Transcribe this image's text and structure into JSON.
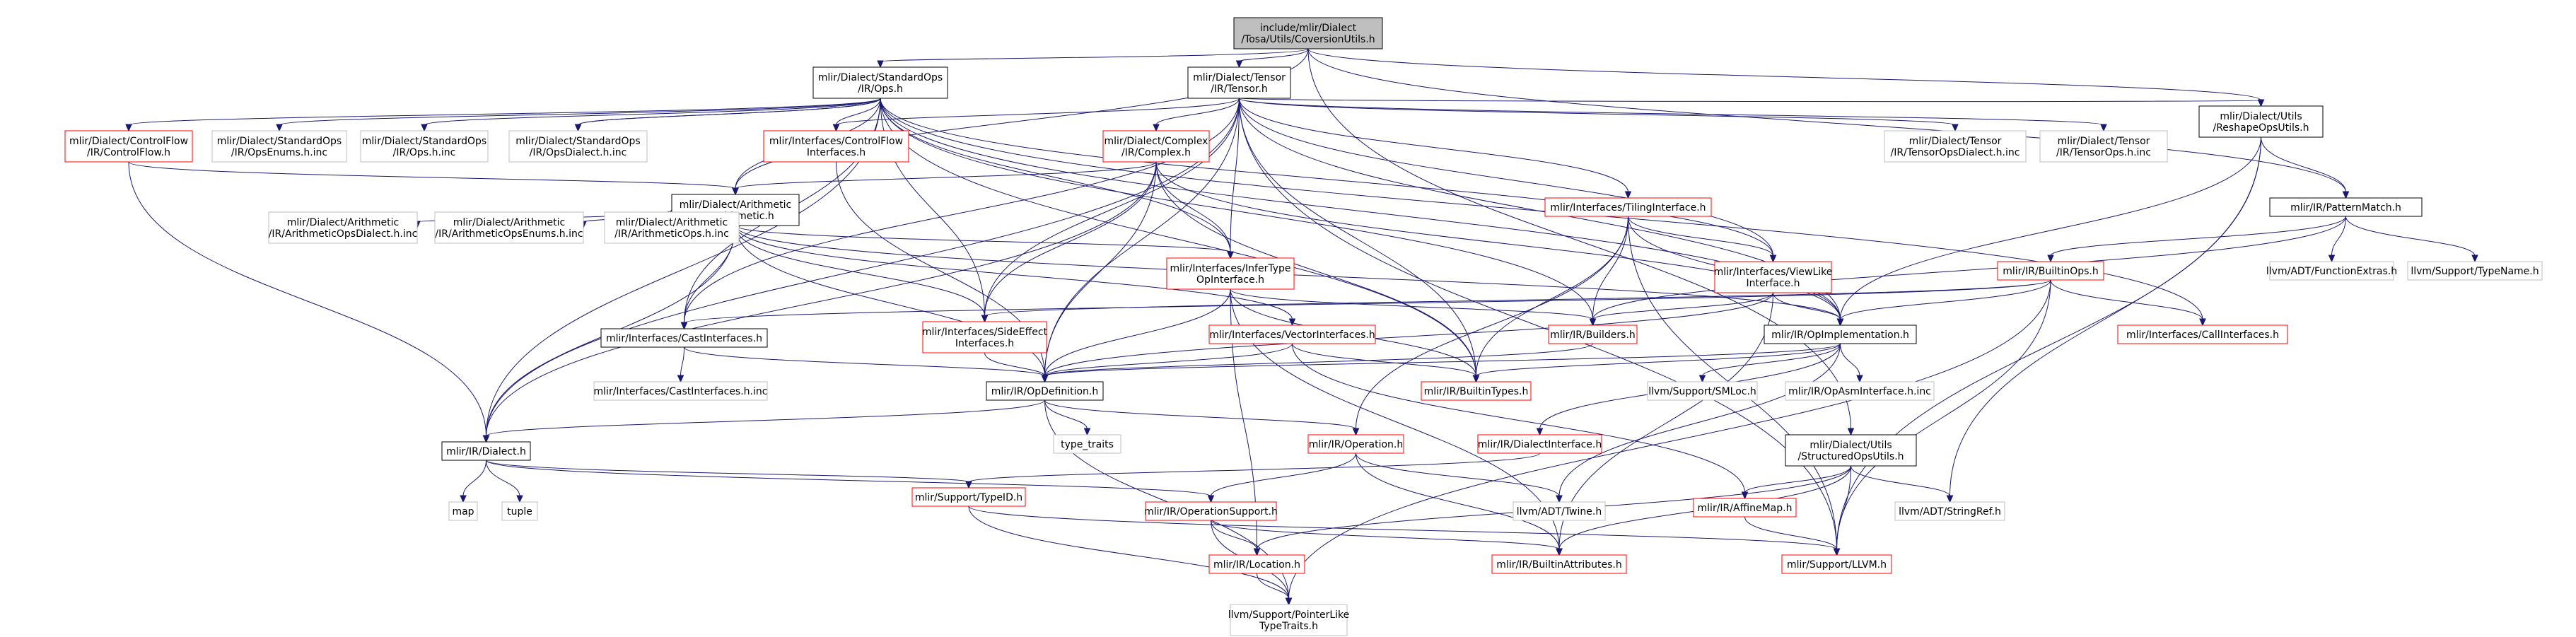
{
  "nodes": [
    {
      "id": "root",
      "lines": [
        "include/mlir/Dialect",
        "/Tosa/Utils/CoversionUtils.h"
      ],
      "style": "root"
    },
    {
      "id": "stdops",
      "lines": [
        "mlir/Dialect/StandardOps",
        "/IR/Ops.h"
      ],
      "style": "normal"
    },
    {
      "id": "tensor",
      "lines": [
        "mlir/Dialect/Tensor",
        "/IR/Tensor.h"
      ],
      "style": "normal"
    },
    {
      "id": "reshape",
      "lines": [
        "mlir/Dialect/Utils",
        "/ReshapeOpsUtils.h"
      ],
      "style": "normal"
    },
    {
      "id": "patmatch",
      "lines": [
        "mlir/IR/PatternMatch.h"
      ],
      "style": "normal"
    },
    {
      "id": "cfIR",
      "lines": [
        "mlir/Dialect/ControlFlow",
        "/IR/ControlFlow.h"
      ],
      "style": "red"
    },
    {
      "id": "stdDialectInc",
      "lines": [
        "mlir/Dialect/StandardOps",
        "/IR/OpsDialect.h.inc"
      ],
      "style": "gray"
    },
    {
      "id": "stdEnumsInc",
      "lines": [
        "mlir/Dialect/StandardOps",
        "/IR/OpsEnums.h.inc"
      ],
      "style": "gray"
    },
    {
      "id": "stdOpsInc",
      "lines": [
        "mlir/Dialect/StandardOps",
        "/IR/Ops.h.inc"
      ],
      "style": "gray"
    },
    {
      "id": "stdOpsDialectInc",
      "lines": [
        "mlir/Dialect/StandardOps",
        "/IR/OpsDialect.h.inc"
      ],
      "style": "gray"
    },
    {
      "id": "cfIface",
      "lines": [
        "mlir/Interfaces/ControlFlow",
        "Interfaces.h"
      ],
      "style": "red"
    },
    {
      "id": "complex",
      "lines": [
        "mlir/Dialect/Complex",
        "/IR/Complex.h"
      ],
      "style": "red"
    },
    {
      "id": "tensorDialectInc",
      "lines": [
        "mlir/Dialect/Tensor",
        "/IR/TensorOpsDialect.h.inc"
      ],
      "style": "gray"
    },
    {
      "id": "tensorOpsInc",
      "lines": [
        "mlir/Dialect/Tensor",
        "/IR/TensorOps.h.inc"
      ],
      "style": "gray"
    },
    {
      "id": "arith",
      "lines": [
        "mlir/Dialect/Arithmetic",
        "/IR/Arithmetic.h"
      ],
      "style": "normal"
    },
    {
      "id": "tiling",
      "lines": [
        "mlir/Interfaces/TilingInterface.h"
      ],
      "style": "red"
    },
    {
      "id": "viewlike",
      "lines": [
        "mlir/Interfaces/ViewLike",
        "Interface.h"
      ],
      "style": "red"
    },
    {
      "id": "builtinops",
      "lines": [
        "mlir/IR/BuiltinOps.h"
      ],
      "style": "red"
    },
    {
      "id": "fnextras",
      "lines": [
        "llvm/ADT/FunctionExtras.h"
      ],
      "style": "gray"
    },
    {
      "id": "typename",
      "lines": [
        "llvm/Support/TypeName.h"
      ],
      "style": "gray"
    },
    {
      "id": "arithDialectInc",
      "lines": [
        "mlir/Dialect/Arithmetic",
        "/IR/ArithmeticOpsDialect.h.inc"
      ],
      "style": "gray"
    },
    {
      "id": "arithEnumsInc",
      "lines": [
        "mlir/Dialect/Arithmetic",
        "/IR/ArithmeticOpsEnums.h.inc"
      ],
      "style": "gray"
    },
    {
      "id": "arithOpsInc",
      "lines": [
        "mlir/Dialect/Arithmetic",
        "/IR/ArithmeticOps.h.inc"
      ],
      "style": "gray"
    },
    {
      "id": "infertype",
      "lines": [
        "mlir/Interfaces/InferType",
        "OpInterface.h"
      ],
      "style": "red"
    },
    {
      "id": "castiface",
      "lines": [
        "mlir/Interfaces/CastInterfaces.h"
      ],
      "style": "normal"
    },
    {
      "id": "sideeffect",
      "lines": [
        "mlir/Interfaces/SideEffect",
        "Interfaces.h"
      ],
      "style": "red"
    },
    {
      "id": "vectoriface",
      "lines": [
        "mlir/Interfaces/VectorInterfaces.h"
      ],
      "style": "red"
    },
    {
      "id": "builders",
      "lines": [
        "mlir/IR/Builders.h"
      ],
      "style": "red"
    },
    {
      "id": "opimpl",
      "lines": [
        "mlir/IR/OpImplementation.h"
      ],
      "style": "normal"
    },
    {
      "id": "calliface",
      "lines": [
        "mlir/Interfaces/CallInterfaces.h"
      ],
      "style": "red"
    },
    {
      "id": "castifaceInc",
      "lines": [
        "mlir/Interfaces/CastInterfaces.h.inc"
      ],
      "style": "gray"
    },
    {
      "id": "opdef",
      "lines": [
        "mlir/IR/OpDefinition.h"
      ],
      "style": "normal"
    },
    {
      "id": "builtintypes",
      "lines": [
        "mlir/IR/BuiltinTypes.h"
      ],
      "style": "red"
    },
    {
      "id": "smloc",
      "lines": [
        "llvm/Support/SMLoc.h"
      ],
      "style": "gray"
    },
    {
      "id": "opasmInc",
      "lines": [
        "mlir/IR/OpAsmInterface.h.inc"
      ],
      "style": "gray"
    },
    {
      "id": "typetraits",
      "lines": [
        "type_traits"
      ],
      "style": "gray"
    },
    {
      "id": "operation",
      "lines": [
        "mlir/IR/Operation.h"
      ],
      "style": "red"
    },
    {
      "id": "dialectiface",
      "lines": [
        "mlir/IR/DialectInterface.h"
      ],
      "style": "red"
    },
    {
      "id": "structops",
      "lines": [
        "mlir/Dialect/Utils",
        "/StructuredOpsUtils.h"
      ],
      "style": "normal"
    },
    {
      "id": "dialect",
      "lines": [
        "mlir/IR/Dialect.h"
      ],
      "style": "normal"
    },
    {
      "id": "map",
      "lines": [
        "map"
      ],
      "style": "gray"
    },
    {
      "id": "tuple",
      "lines": [
        "tuple"
      ],
      "style": "gray"
    },
    {
      "id": "typeid",
      "lines": [
        "mlir/Support/TypeID.h"
      ],
      "style": "red"
    },
    {
      "id": "twine",
      "lines": [
        "llvm/ADT/Twine.h"
      ],
      "style": "gray"
    },
    {
      "id": "affinemap",
      "lines": [
        "mlir/IR/AffineMap.h"
      ],
      "style": "red"
    },
    {
      "id": "stringref",
      "lines": [
        "llvm/ADT/StringRef.h"
      ],
      "style": "gray"
    },
    {
      "id": "opsupport",
      "lines": [
        "mlir/IR/OperationSupport.h"
      ],
      "style": "red"
    },
    {
      "id": "location",
      "lines": [
        "mlir/IR/Location.h"
      ],
      "style": "red"
    },
    {
      "id": "builtinattrs",
      "lines": [
        "mlir/IR/BuiltinAttributes.h"
      ],
      "style": "red"
    },
    {
      "id": "llvmh",
      "lines": [
        "mlir/Support/LLVM.h"
      ],
      "style": "red"
    },
    {
      "id": "ptrlike",
      "lines": [
        "llvm/Support/PointerLike",
        "TypeTraits.h"
      ],
      "style": "gray"
    }
  ],
  "edges": [
    [
      "root",
      "stdops"
    ],
    [
      "root",
      "tensor"
    ],
    [
      "root",
      "reshape"
    ],
    [
      "root",
      "patmatch"
    ],
    [
      "root",
      "arith"
    ],
    [
      "root",
      "structops"
    ],
    [
      "stdops",
      "cfIR"
    ],
    [
      "stdops",
      "stdDialectInc"
    ],
    [
      "stdops",
      "stdEnumsInc"
    ],
    [
      "stdops",
      "stdOpsInc"
    ],
    [
      "stdops",
      "stdOpsDialectInc"
    ],
    [
      "stdops",
      "cfIface"
    ],
    [
      "stdops",
      "arith"
    ],
    [
      "stdops",
      "infertype"
    ],
    [
      "stdops",
      "castiface"
    ],
    [
      "stdops",
      "sideeffect"
    ],
    [
      "stdops",
      "calliface"
    ],
    [
      "stdops",
      "builders"
    ],
    [
      "stdops",
      "builtintypes"
    ],
    [
      "stdops",
      "opimpl"
    ],
    [
      "stdops",
      "dialect"
    ],
    [
      "stdops",
      "viewlike"
    ],
    [
      "tensor",
      "cfIface"
    ],
    [
      "tensor",
      "complex"
    ],
    [
      "tensor",
      "tensorDialectInc"
    ],
    [
      "tensor",
      "tensorOpsInc"
    ],
    [
      "tensor",
      "tiling"
    ],
    [
      "tensor",
      "viewlike"
    ],
    [
      "tensor",
      "infertype"
    ],
    [
      "tensor",
      "castiface"
    ],
    [
      "tensor",
      "sideeffect"
    ],
    [
      "tensor",
      "opimpl"
    ],
    [
      "tensor",
      "builtintypes"
    ],
    [
      "tensor",
      "opdef"
    ],
    [
      "tensor",
      "dialect"
    ],
    [
      "tensor",
      "reshape"
    ],
    [
      "tensor",
      "llvmh"
    ],
    [
      "cfIR",
      "arith"
    ],
    [
      "cfIR",
      "dialect"
    ],
    [
      "cfIface",
      "opdef"
    ],
    [
      "complex",
      "arith"
    ],
    [
      "complex",
      "infertype"
    ],
    [
      "complex",
      "sideeffect"
    ],
    [
      "complex",
      "opimpl"
    ],
    [
      "complex",
      "builtintypes"
    ],
    [
      "complex",
      "opdef"
    ],
    [
      "complex",
      "dialect"
    ],
    [
      "arith",
      "arithDialectInc"
    ],
    [
      "arith",
      "arithEnumsInc"
    ],
    [
      "arith",
      "arithOpsInc"
    ],
    [
      "arith",
      "infertype"
    ],
    [
      "arith",
      "castiface"
    ],
    [
      "arith",
      "sideeffect"
    ],
    [
      "arith",
      "vectoriface"
    ],
    [
      "arith",
      "opimpl"
    ],
    [
      "arith",
      "opdef"
    ],
    [
      "arith",
      "dialect"
    ],
    [
      "reshape",
      "patmatch"
    ],
    [
      "reshape",
      "opimpl"
    ],
    [
      "reshape",
      "stringref"
    ],
    [
      "reshape",
      "llvmh"
    ],
    [
      "patmatch",
      "builtinops"
    ],
    [
      "patmatch",
      "fnextras"
    ],
    [
      "patmatch",
      "typename"
    ],
    [
      "patmatch",
      "builders"
    ],
    [
      "builtinops",
      "castiface"
    ],
    [
      "builtinops",
      "sideeffect"
    ],
    [
      "builtinops",
      "calliface"
    ],
    [
      "builtinops",
      "opimpl"
    ],
    [
      "builtinops",
      "ptrlike"
    ],
    [
      "builtinops",
      "llvmh"
    ],
    [
      "tiling",
      "viewlike"
    ],
    [
      "tiling",
      "builders"
    ],
    [
      "tiling",
      "builtintypes"
    ],
    [
      "tiling",
      "opimpl"
    ],
    [
      "tiling",
      "operation"
    ],
    [
      "tiling",
      "llvmh"
    ],
    [
      "viewlike",
      "builders"
    ],
    [
      "viewlike",
      "opimpl"
    ],
    [
      "viewlike",
      "opdef"
    ],
    [
      "viewlike",
      "builtinattrs"
    ],
    [
      "infertype",
      "builders"
    ],
    [
      "infertype",
      "opdef"
    ],
    [
      "infertype",
      "builtintypes"
    ],
    [
      "infertype",
      "location"
    ],
    [
      "infertype",
      "builtinattrs"
    ],
    [
      "castiface",
      "castifaceInc"
    ],
    [
      "castiface",
      "opdef"
    ],
    [
      "sideeffect",
      "opdef"
    ],
    [
      "vectoriface",
      "opdef"
    ],
    [
      "vectoriface",
      "builtintypes"
    ],
    [
      "vectoriface",
      "affinemap"
    ],
    [
      "builders",
      "opdef"
    ],
    [
      "opimpl",
      "opdef"
    ],
    [
      "opimpl",
      "builtintypes"
    ],
    [
      "opimpl",
      "smloc"
    ],
    [
      "opimpl",
      "opasmInc"
    ],
    [
      "opimpl",
      "dialectiface"
    ],
    [
      "opimpl",
      "twine"
    ],
    [
      "opdef",
      "typetraits"
    ],
    [
      "opdef",
      "operation"
    ],
    [
      "opdef",
      "dialect"
    ],
    [
      "opdef",
      "ptrlike"
    ],
    [
      "operation",
      "opsupport"
    ],
    [
      "operation",
      "twine"
    ],
    [
      "operation",
      "builtinattrs"
    ],
    [
      "dialectiface",
      "typeid"
    ],
    [
      "structops",
      "affinemap"
    ],
    [
      "structops",
      "stringref"
    ],
    [
      "structops",
      "location"
    ],
    [
      "structops",
      "builtinattrs"
    ],
    [
      "structops",
      "llvmh"
    ],
    [
      "dialect",
      "map"
    ],
    [
      "dialect",
      "tuple"
    ],
    [
      "dialect",
      "opsupport"
    ],
    [
      "dialect",
      "typeid"
    ],
    [
      "typeid",
      "ptrlike"
    ],
    [
      "typeid",
      "llvmh"
    ],
    [
      "affinemap",
      "llvmh"
    ],
    [
      "opsupport",
      "location"
    ],
    [
      "opsupport",
      "builtinattrs"
    ],
    [
      "opsupport",
      "ptrlike"
    ],
    [
      "location",
      "ptrlike"
    ]
  ],
  "colors": {
    "edge": "#191970",
    "red": "#ff0000",
    "gray": "#bfbfbf",
    "normal": "#000000",
    "root_fill": "#bfbfbf",
    "root_border": "#000000",
    "node_fill": "#ffffff"
  }
}
